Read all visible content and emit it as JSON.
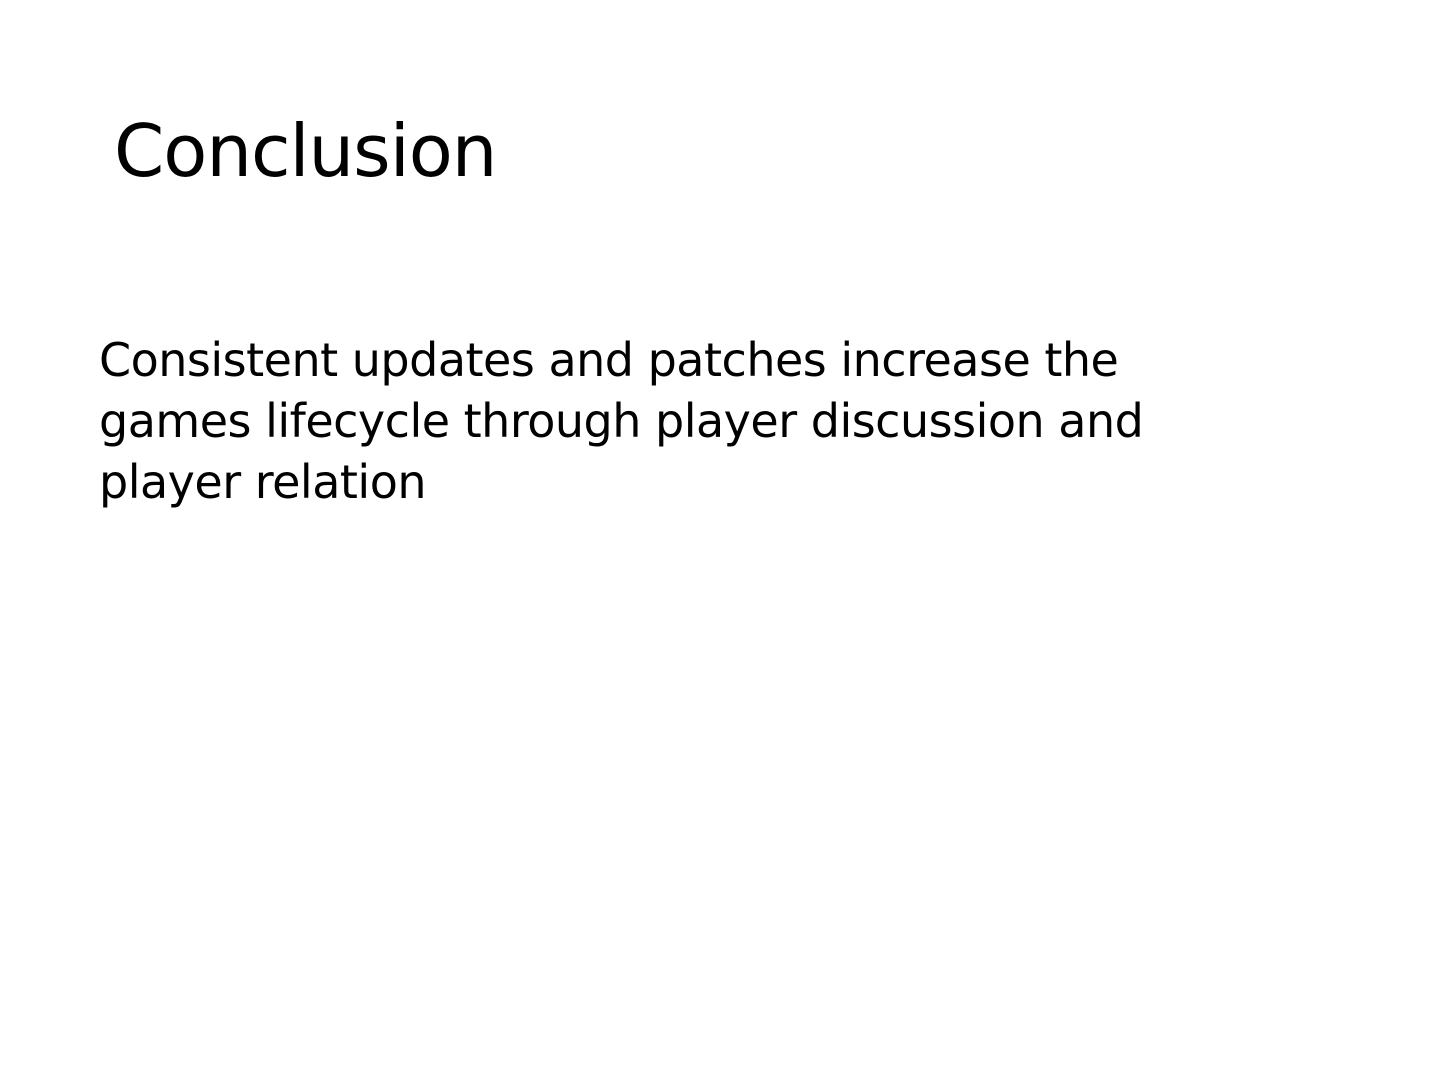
{
  "slide": {
    "title": "Conclusion",
    "body_lines": [
      "Consistent updates and patches increase the",
      "games lifecycle through player discussion and",
      "player relation"
    ]
  },
  "colors": {
    "background": "#ffffff",
    "text": "#000000"
  }
}
